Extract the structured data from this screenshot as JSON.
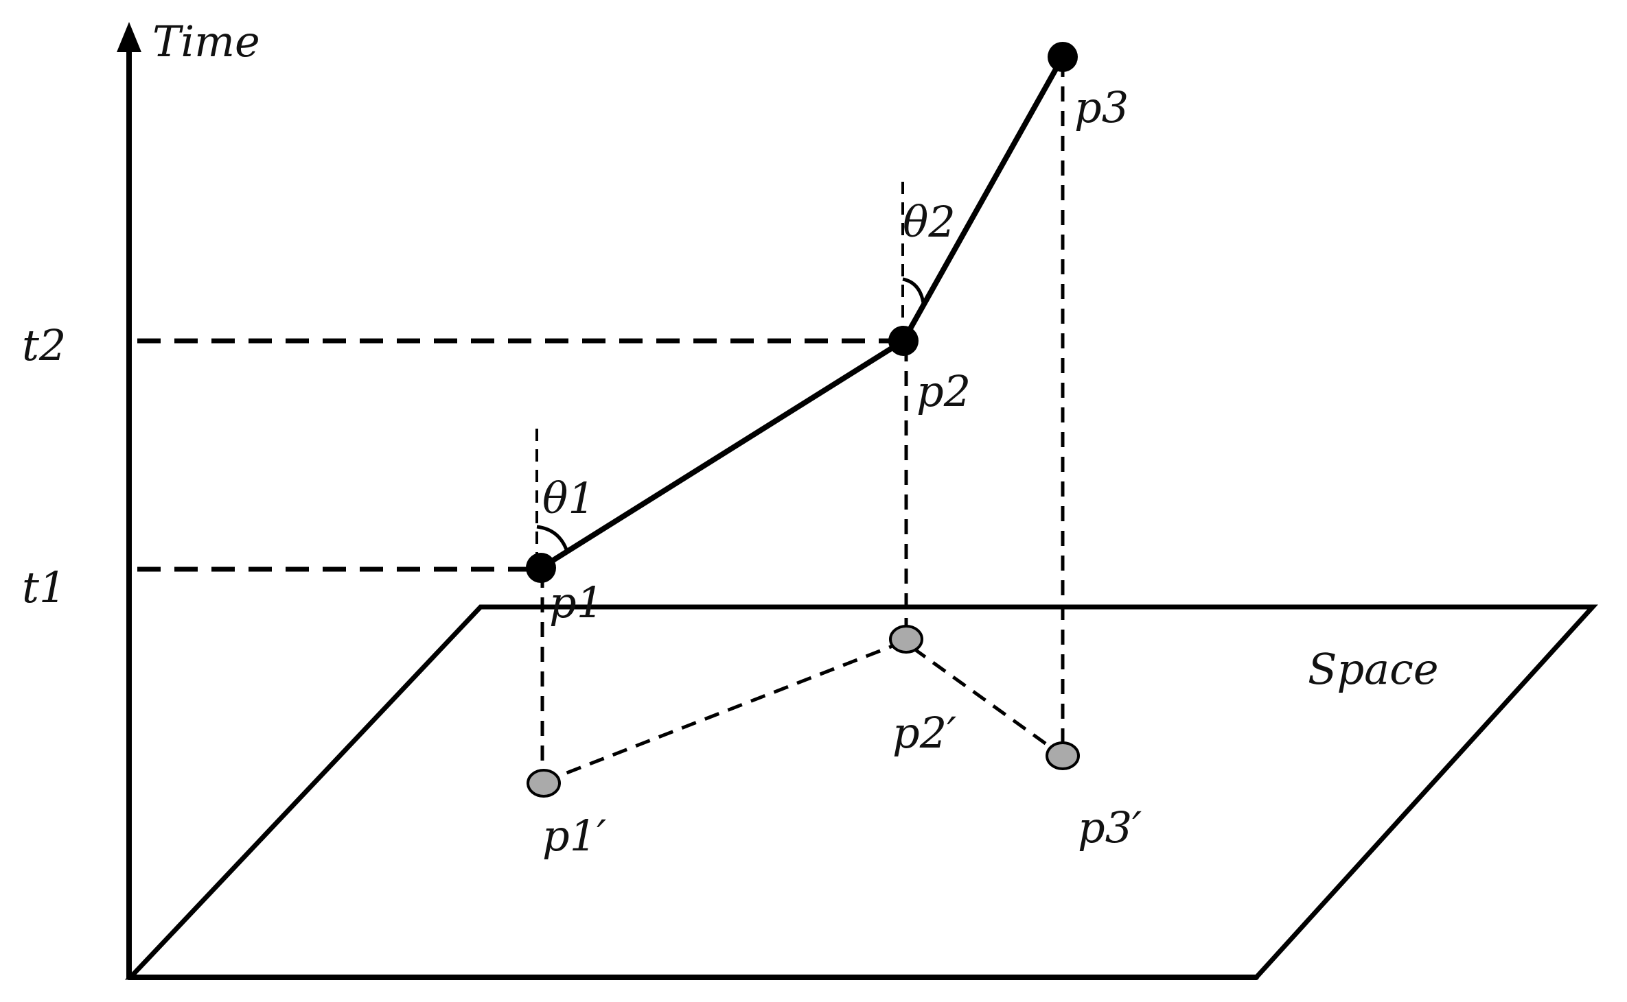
{
  "axes": {
    "vertical_label": "Time",
    "plane_label": "Space"
  },
  "time_marks": {
    "t1": "t1",
    "t2": "t2"
  },
  "points": [
    {
      "id": "p1",
      "label": "p1"
    },
    {
      "id": "p2",
      "label": "p2"
    },
    {
      "id": "p3",
      "label": "p3"
    }
  ],
  "projections": [
    {
      "id": "p1p",
      "label": "p1′"
    },
    {
      "id": "p2p",
      "label": "p2′"
    },
    {
      "id": "p3p",
      "label": "p3′"
    }
  ],
  "angles": {
    "theta1": "θ1",
    "theta2": "θ2"
  },
  "colors": {
    "point_fill": "#000000",
    "projection_fill": "#aaaaaa",
    "stroke": "#000000"
  }
}
